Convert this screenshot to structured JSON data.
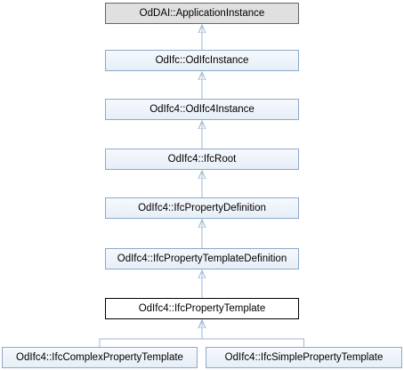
{
  "diagram": {
    "nodes": [
      {
        "id": "application-instance",
        "label": "OdDAI::ApplicationInstance",
        "style": "root"
      },
      {
        "id": "odifc-instance",
        "label": "OdIfc::OdIfcInstance",
        "style": "base"
      },
      {
        "id": "odifc4-instance",
        "label": "OdIfc4::OdIfc4Instance",
        "style": "base"
      },
      {
        "id": "ifc-root",
        "label": "OdIfc4::IfcRoot",
        "style": "base"
      },
      {
        "id": "ifc-property-definition",
        "label": "OdIfc4::IfcPropertyDefinition",
        "style": "base"
      },
      {
        "id": "ifc-property-template-definition",
        "label": "OdIfc4::IfcPropertyTemplateDefinition",
        "style": "base"
      },
      {
        "id": "ifc-property-template",
        "label": "OdIfc4::IfcPropertyTemplate",
        "style": "current"
      },
      {
        "id": "ifc-complex-property-template",
        "label": "OdIfc4::IfcComplexPropertyTemplate",
        "style": "base"
      },
      {
        "id": "ifc-simple-property-template",
        "label": "OdIfc4::IfcSimplePropertyTemplate",
        "style": "base"
      }
    ],
    "edges": [
      {
        "from": "odifc-instance",
        "to": "application-instance"
      },
      {
        "from": "odifc4-instance",
        "to": "odifc-instance"
      },
      {
        "from": "ifc-root",
        "to": "odifc4-instance"
      },
      {
        "from": "ifc-property-definition",
        "to": "ifc-root"
      },
      {
        "from": "ifc-property-template-definition",
        "to": "ifc-property-definition"
      },
      {
        "from": "ifc-property-template",
        "to": "ifc-property-template-definition"
      },
      {
        "from": "ifc-complex-property-template",
        "to": "ifc-property-template"
      },
      {
        "from": "ifc-simple-property-template",
        "to": "ifc-property-template"
      }
    ],
    "colors": {
      "edge": "#9cb7d4",
      "node_border": "#8ea9c9",
      "root_fill": "#e0e0e0",
      "current_border": "#000000"
    }
  }
}
